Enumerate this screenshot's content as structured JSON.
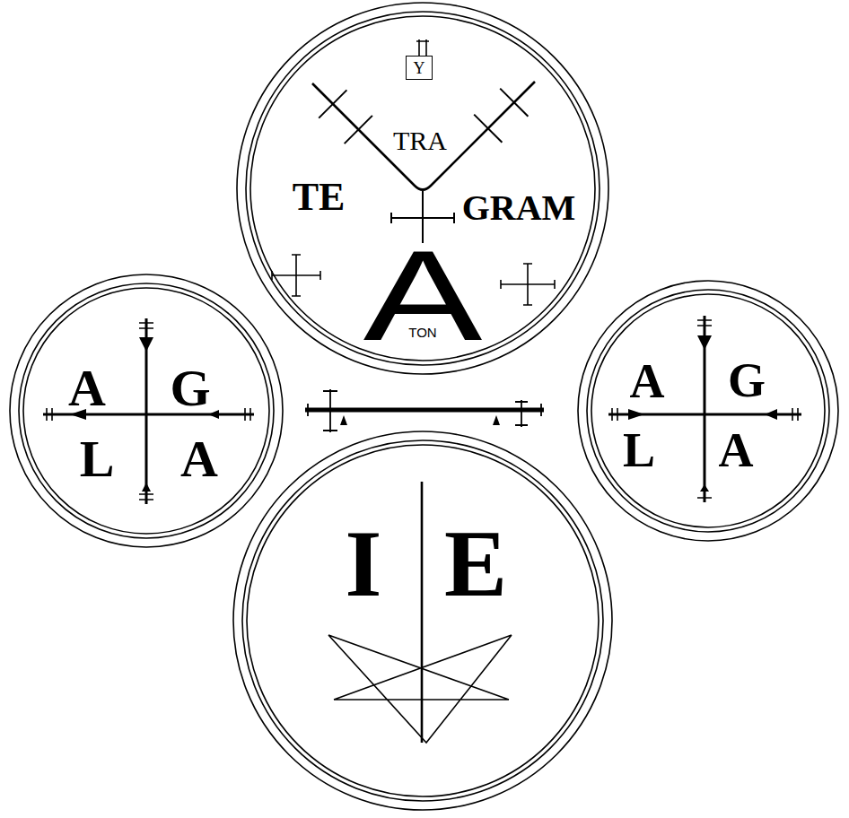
{
  "diagram": {
    "nodes": [
      {
        "text": [
          "TE",
          "TRA",
          "GRAM",
          "A",
          "TON"
        ]
      },
      {
        "text": [
          "Y"
        ],
        "in": 0
      },
      {
        "text": [
          "A",
          "G",
          "L",
          "A"
        ]
      },
      {
        "text": [
          "A",
          "G",
          "L",
          "A"
        ]
      },
      {
        "text": [
          "I",
          "E"
        ]
      }
    ]
  }
}
